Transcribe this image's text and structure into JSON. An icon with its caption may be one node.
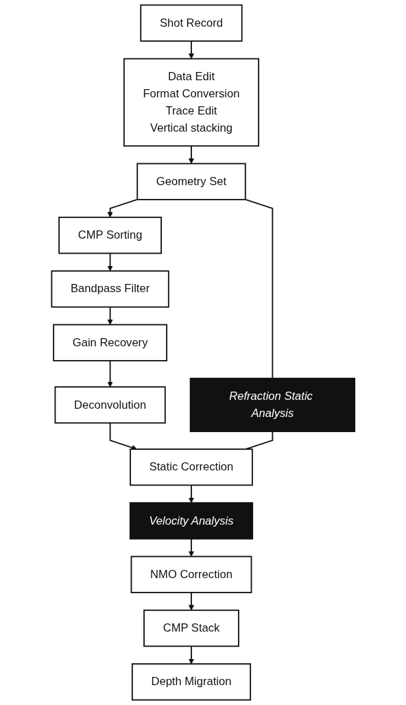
{
  "diagram": {
    "nodes": [
      {
        "text": [
          "Shot Record"
        ]
      },
      {
        "text": [
          "Data Edit",
          "Format Conversion",
          "Trace Edit",
          "Vertical stacking"
        ]
      },
      {
        "text": [
          "Geometry Set"
        ]
      },
      {
        "text": [
          "CMP Sorting"
        ]
      },
      {
        "text": [
          "Bandpass Filter"
        ]
      },
      {
        "text": [
          "Gain Recovery"
        ]
      },
      {
        "text": [
          "Deconvolution"
        ]
      },
      {
        "text": [
          "Static Correction"
        ]
      },
      {
        "text": [
          "Velocity Analysis"
        ]
      },
      {
        "text": [
          "NMO Correction"
        ]
      },
      {
        "text": [
          "CMP Stack"
        ]
      },
      {
        "text": [
          "Depth Migration"
        ]
      },
      {
        "text": [
          "Refraction Static Analysis"
        ]
      }
    ],
    "edges": [
      {
        "from": 0,
        "to": 1,
        "arrow": "to"
      },
      {
        "from": 1,
        "to": 2,
        "arrow": "to"
      },
      {
        "from": 2,
        "to": 3,
        "arrow": "to"
      },
      {
        "from": 3,
        "to": 4,
        "arrow": "to"
      },
      {
        "from": 4,
        "to": 5,
        "arrow": "to"
      },
      {
        "from": 5,
        "to": 6,
        "arrow": "to"
      },
      {
        "from": 6,
        "to": 7,
        "arrow": "to"
      },
      {
        "from": 7,
        "to": 8,
        "arrow": "to"
      },
      {
        "from": 8,
        "to": 9,
        "arrow": "to"
      },
      {
        "from": 9,
        "to": 10,
        "arrow": "to"
      },
      {
        "from": 10,
        "to": 11,
        "arrow": "to"
      },
      {
        "from": 2,
        "to": 12,
        "arrow": "none"
      },
      {
        "from": 12,
        "to": 7,
        "arrow": "none"
      }
    ]
  }
}
